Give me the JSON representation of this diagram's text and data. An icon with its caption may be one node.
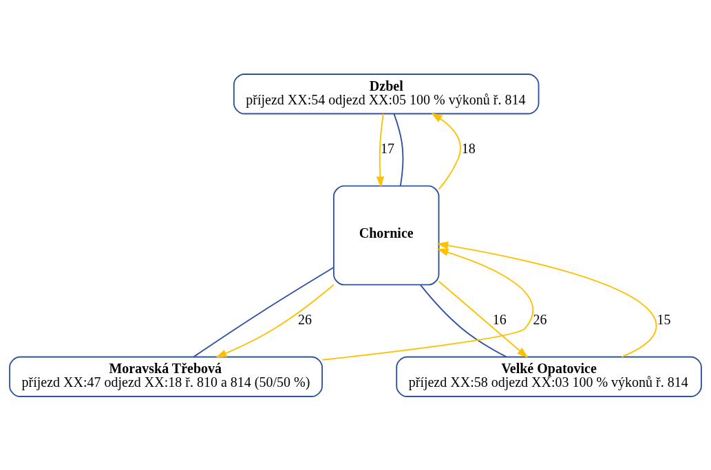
{
  "diagram": {
    "nodes": [
      {
        "text": [
          "Dzbel",
          "příjezd XX:54 odjezd XX:05 100 % výkonů ř. 814"
        ]
      },
      {
        "text": [
          "Chornice"
        ]
      },
      {
        "text": [
          "Moravská Třebová",
          "příjezd XX:47 odjezd XX:18 ř. 810 a 814 (50/50 %)"
        ]
      },
      {
        "text": [
          "Velké Opatovice",
          "příjezd XX:58 odjezd XX:03 100 % výkonů ř. 814"
        ]
      }
    ],
    "edges": [
      {
        "from": 1,
        "to": 0,
        "arrow": "none",
        "color": "#2f52a0"
      },
      {
        "from": 1,
        "to": 0,
        "arrow": "to",
        "label": "18"
      },
      {
        "from": 0,
        "to": 1,
        "arrow": "to",
        "label": "17"
      },
      {
        "from": 1,
        "to": 2,
        "arrow": "none",
        "color": "#2f52a0"
      },
      {
        "from": 2,
        "to": 1,
        "arrow": "to",
        "label": "26"
      },
      {
        "from": 1,
        "to": 2,
        "arrow": "to",
        "label": "26"
      },
      {
        "from": 1,
        "to": 3,
        "arrow": "none",
        "color": "#2f52a0"
      },
      {
        "from": 1,
        "to": 3,
        "arrow": "to",
        "label": "16"
      },
      {
        "from": 3,
        "to": 1,
        "arrow": "to",
        "label": "15"
      }
    ]
  }
}
